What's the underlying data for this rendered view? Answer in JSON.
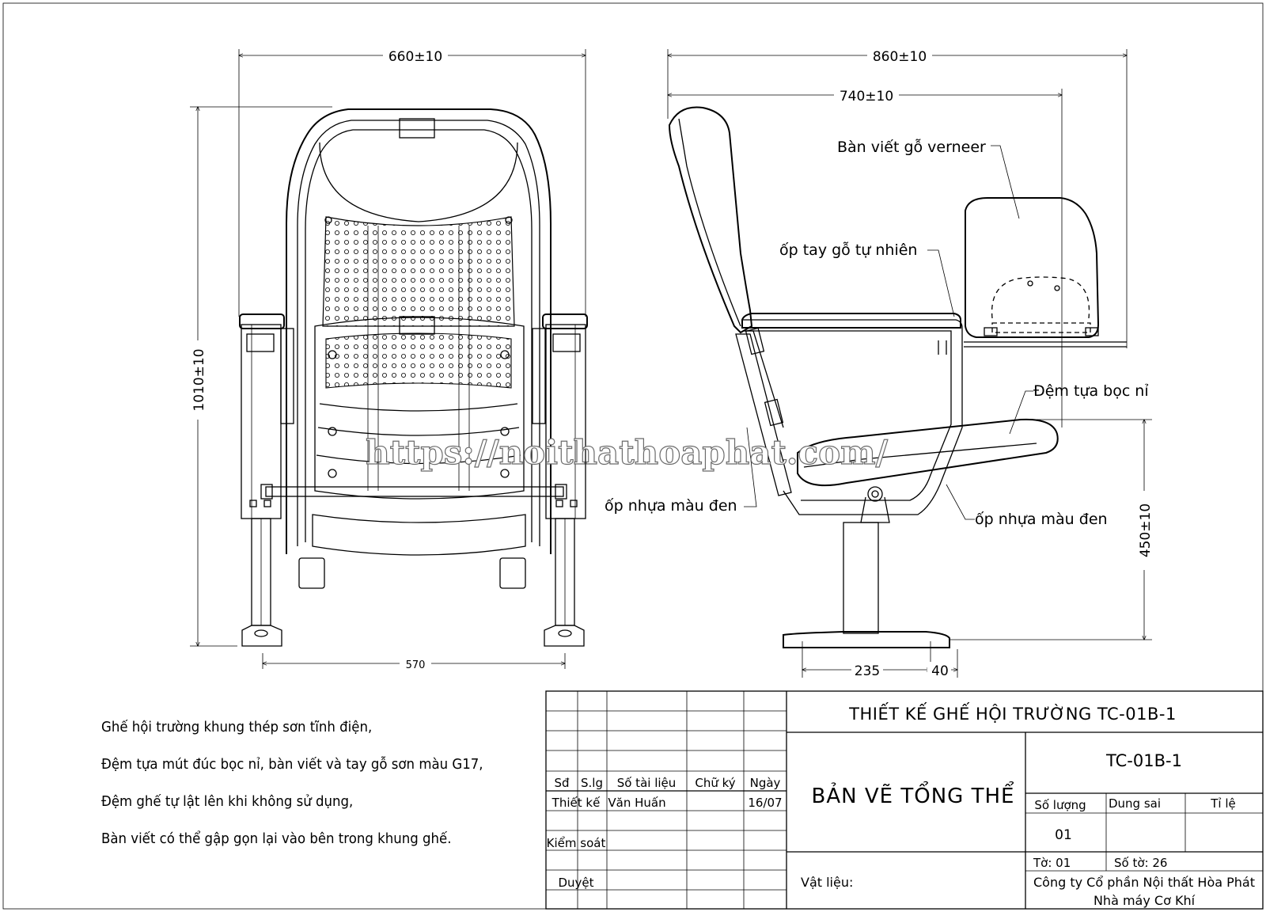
{
  "dimensions": {
    "front_width": "660±10",
    "side_depth": "860±10",
    "side_depth_inner": "740±10",
    "height": "1010±10",
    "seat_height": "450±10",
    "leg_spacing": "570",
    "base_width": "235",
    "base_offset": "40"
  },
  "callouts": {
    "writing_table": "Bàn viết gỗ verneer",
    "armrest": "ốp tay gỗ tự nhiên",
    "seat_cushion": "Đệm tựa bọc nỉ",
    "plastic_cover_left": "ốp nhựa màu đen",
    "plastic_cover_right": "ốp nhựa màu đen"
  },
  "watermark": "https://noithathoaphat.com/",
  "notes": [
    "Ghế hội trường khung thép sơn tĩnh điện,",
    "Đệm tựa mút đúc bọc nỉ, bàn viết và tay gỗ sơn màu G17,",
    "Đệm ghế tự lật lên khi không sử dụng,",
    "Bàn viết có thể gập gọn lại vào bên trong khung ghế."
  ],
  "title_block": {
    "drawing_title": "THIẾT KẾ GHẾ HỘI TRƯỜNG TC-01B-1",
    "drawing_name": "BẢN VẼ TỔNG THỂ",
    "code": "TC-01B-1",
    "headers": {
      "so": "Sđ",
      "sl": "S.lg",
      "doc": "Số tài liệu",
      "sign": "Chữ ký",
      "date": "Ngày"
    },
    "designer_label": "Thiết kế",
    "designer_name": "Văn Huấn",
    "designer_date": "16/07",
    "checker_label": "Kiểm soát",
    "approver_label": "Duyệt",
    "quantity_label": "Số lượng",
    "tolerance_label": "Dung sai",
    "scale_label": "Tỉ lệ",
    "quantity_value": "01",
    "sheet_label": "Tờ: 01",
    "sheet_count_label": "Số tờ: 26",
    "material_label": "Vật liệu:",
    "company_line1": "Công ty Cổ phần Nội thất Hòa Phát",
    "company_line2": "Nhà máy Cơ Khí"
  }
}
